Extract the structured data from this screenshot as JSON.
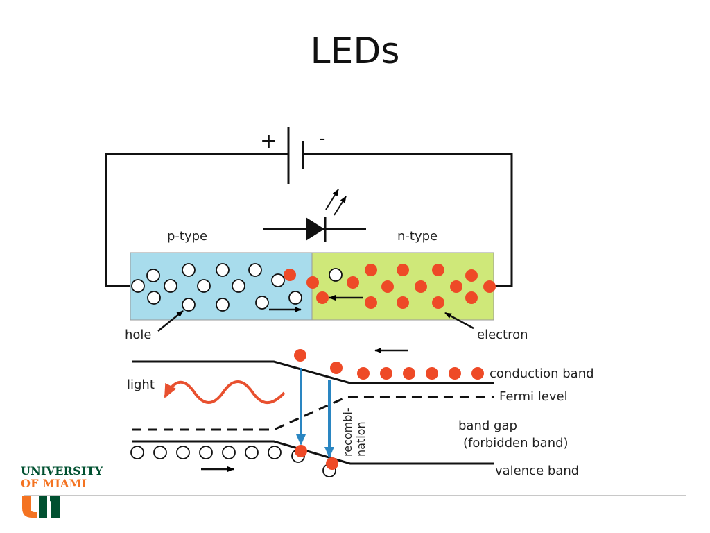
{
  "slide": {
    "title": "LEDs"
  },
  "circuit": {
    "plus": "+",
    "minus": "-"
  },
  "labels": {
    "p_type": "p-type",
    "n_type": "n-type",
    "hole": "hole",
    "electron": "electron",
    "light": "light",
    "conduction_band": "conduction band",
    "fermi_level": "Fermi level",
    "band_gap": "band gap",
    "forbidden_band": "(forbidden band)",
    "valence_band": "valence band",
    "recombi": "recombi-",
    "nation": "nation"
  },
  "colors": {
    "p_region": "#a8dcec",
    "n_region": "#cfe879",
    "electron": "#ee4a27",
    "arrow_blue": "#2a86c2",
    "light_wave": "#e8502f",
    "university_green": "#005030",
    "university_orange": "#f47321"
  },
  "logo": {
    "line1": "UNIVERSITY",
    "line2": "OF MIAMI"
  }
}
